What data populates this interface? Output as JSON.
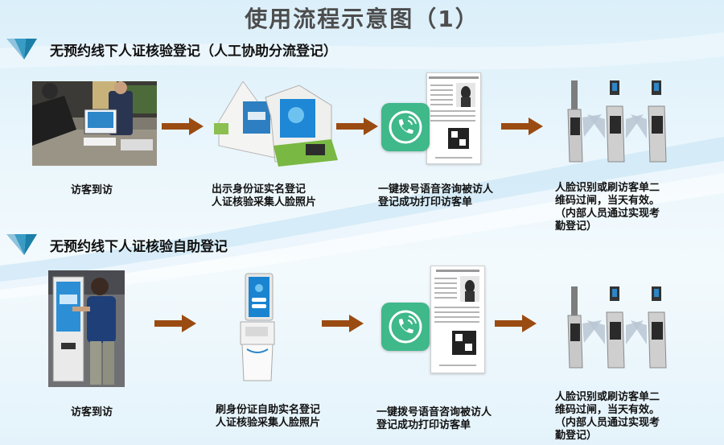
{
  "page_title": "使用流程示意图（1）",
  "colors": {
    "arrow": "#9a4b12",
    "logo_light": "#8fc3de",
    "logo_dark": "#1b7fa8",
    "phone_green": "#3fb88a"
  },
  "sections": [
    {
      "heading": "无预约线下人证核验登记（人工协助分流登记）",
      "steps": [
        {
          "caption": "访客到访",
          "image": "reception-desk-photo"
        },
        {
          "caption": "出示身份证实名登记\n人证核验采集人脸照片",
          "image": "desktop-verification-terminal"
        },
        {
          "caption": "一键拨号语音咨询被访人\n登记成功打印访客单",
          "image": "phone-call-and-visitor-slip"
        },
        {
          "caption": "人脸识别或刷访客单二\n维码过闸，当天有效。\n（内部人员通过实现考\n勤登记）",
          "image": "speed-gate-turnstiles"
        }
      ]
    },
    {
      "heading": "无预约线下人证核验自助登记",
      "steps": [
        {
          "caption": "访客到访",
          "image": "self-service-kiosk-photo"
        },
        {
          "caption": "刷身份证自助实名登记\n人证核验采集人脸照片",
          "image": "standing-self-service-kiosk"
        },
        {
          "caption": "一键拨号语音咨询被访人\n登记成功打印访客单",
          "image": "phone-call-and-visitor-slip"
        },
        {
          "caption": "人脸识别或刷访客单二\n维码过闸，当天有效。\n（内部人员通过实现考\n勤登记）",
          "image": "speed-gate-turnstiles"
        }
      ]
    }
  ]
}
